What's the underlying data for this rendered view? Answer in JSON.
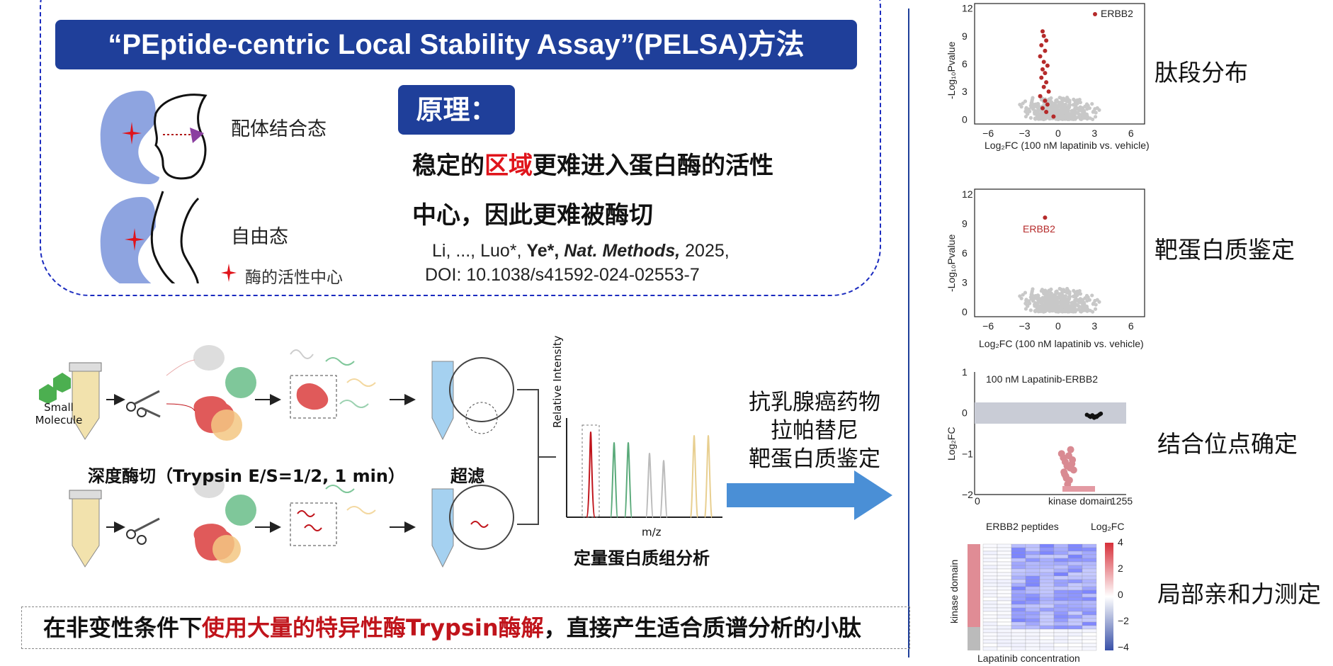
{
  "title": "“PEptide-centric Local Stability Assay”(PELSA)方法",
  "states": {
    "bound": "配体结合态",
    "free": "自由态",
    "legend": "酶的活性中心"
  },
  "principle": {
    "badge": "原理：",
    "line1_pre": "稳定的",
    "line1_highlight": "区域",
    "line1_post": "更难进入蛋白酶的活性",
    "line2": "中心，因此更难被酶切"
  },
  "citation": {
    "authors": "Li, ..., Luo",
    "star": "*",
    "sep": ", ",
    "ye": "Ye",
    "journal": "Nat. Methods,",
    "year": " 2025,",
    "doi": "DOI: 10.1038/s41592-024-02553-7"
  },
  "workflow": {
    "small_molecule": "Small Molecule",
    "digestion_label": "深度酶切（Trypsin E/S=1/2, 1 min）",
    "filtration_label": "超滤",
    "ms_label": "定量蛋白质组分析",
    "ms_yaxis": "Relative Intensity",
    "ms_xaxis": "m/z",
    "drug_text": [
      "抗乳腺癌药物",
      "拉帕替尼",
      "靶蛋白质鉴定"
    ]
  },
  "bottom": {
    "pre": "在非变性条件下",
    "highlight": "使用大量的特异性酶Trypsin酶解",
    "post": "，直接产生适合质谱分析的小肽"
  },
  "right_labels": [
    "肽段分布",
    "靶蛋白质鉴定",
    "结合位点确定",
    "局部亲和力测定"
  ],
  "colors": {
    "navy": "#1f3f9a",
    "red": "#e0141b",
    "darkred": "#c0141b",
    "protein_blue": "#8ea4e0",
    "point_gray": "#c8c8c8",
    "point_red": "#b52a2a"
  },
  "panel1": {
    "legend": "ERBB2",
    "xlabel": "Log₂FC (100 nM lapatinib vs. vehicle)",
    "ylabel": "-Log₁₀Pvalue",
    "xticks": [
      "−6",
      "−3",
      "0",
      "3",
      "6"
    ],
    "yticks": [
      "12",
      "9",
      "6",
      "3",
      "0"
    ]
  },
  "panel2": {
    "annotation": "ERBB2",
    "xlabel": "Log₂FC (100 nM lapatinib vs. vehicle)",
    "ylabel": "-Log₁₀Pvalue",
    "xticks": [
      "−6",
      "−3",
      "0",
      "3",
      "6"
    ],
    "yticks": [
      "12",
      "9",
      "6",
      "3",
      "0"
    ]
  },
  "panel3": {
    "title": "100 nM Lapatinib-ERBB2",
    "ylabel": "Log₂FC",
    "yticks": [
      "1",
      "0",
      "−1",
      "−2"
    ],
    "x_start": "0",
    "x_end": "1255",
    "domain_label": "kinase domain"
  },
  "panel4": {
    "title": "ERBB2 peptides",
    "colorbar_title": "Log₂FC",
    "colorbar_ticks": [
      "4",
      "2",
      "0",
      "−2",
      "−4"
    ],
    "ylabel": "kinase domain",
    "xlabel": "Lapatinib concentration"
  },
  "chart_data": [
    {
      "type": "scatter",
      "title": "",
      "xlabel": "Log₂FC (100 nM lapatinib vs. vehicle)",
      "ylabel": "-Log₁₀Pvalue",
      "xlim": [
        -7,
        7
      ],
      "ylim": [
        -0.5,
        12.5
      ],
      "series": [
        {
          "name": "ERBB2",
          "x": [
            -1.4,
            -1.3,
            -1.1,
            -1.5,
            -1.2,
            -1.6,
            -1.3,
            -1.0,
            -1.4,
            -1.2,
            -1.5,
            -1.1,
            -1.3,
            -0.9,
            -1.6,
            -1.2,
            -1.0,
            -0.5,
            -1.1,
            -1.4
          ],
          "y": [
            9.5,
            9.0,
            8.5,
            8.0,
            7.4,
            6.8,
            6.2,
            5.8,
            5.4,
            5.0,
            4.5,
            4.0,
            3.5,
            3.0,
            2.5,
            2.0,
            1.6,
            0.3,
            0.8,
            1.2
          ]
        }
      ]
    },
    {
      "type": "scatter",
      "title": "",
      "xlabel": "Log₂FC (100 nM lapatinib vs. vehicle)",
      "ylabel": "-Log₁₀Pvalue",
      "xlim": [
        -7,
        7
      ],
      "ylim": [
        -0.5,
        12.5
      ],
      "series": [
        {
          "name": "ERBB2",
          "x": [
            -1.2
          ],
          "y": [
            9.6
          ]
        }
      ]
    },
    {
      "type": "scatter",
      "title": "100 nM Lapatinib-ERBB2",
      "ylabel": "Log₂FC",
      "xlim": [
        0,
        1255
      ],
      "ylim": [
        -2,
        1
      ],
      "series": [
        {
          "name": "",
          "x": [
            930,
            950,
            960,
            975,
            990,
            1000,
            1010,
            1020,
            1035,
            1045
          ],
          "y": [
            -0.05,
            -0.08,
            -0.1,
            -0.06,
            -0.12,
            -0.09,
            -0.1,
            -0.07,
            -0.04,
            -0.02
          ]
        },
        {
          "name": "",
          "x": [
            720,
            735,
            750,
            765,
            780,
            795,
            810,
            820,
            745,
            760,
            790,
            805,
            770,
            740,
            755,
            785
          ],
          "y": [
            -1.0,
            -1.1,
            -1.2,
            -1.3,
            -1.05,
            -0.9,
            -1.15,
            -1.4,
            -1.5,
            -1.6,
            -1.35,
            -1.25,
            -1.75,
            -1.45,
            -1.55,
            -1.65
          ]
        }
      ]
    }
  ]
}
